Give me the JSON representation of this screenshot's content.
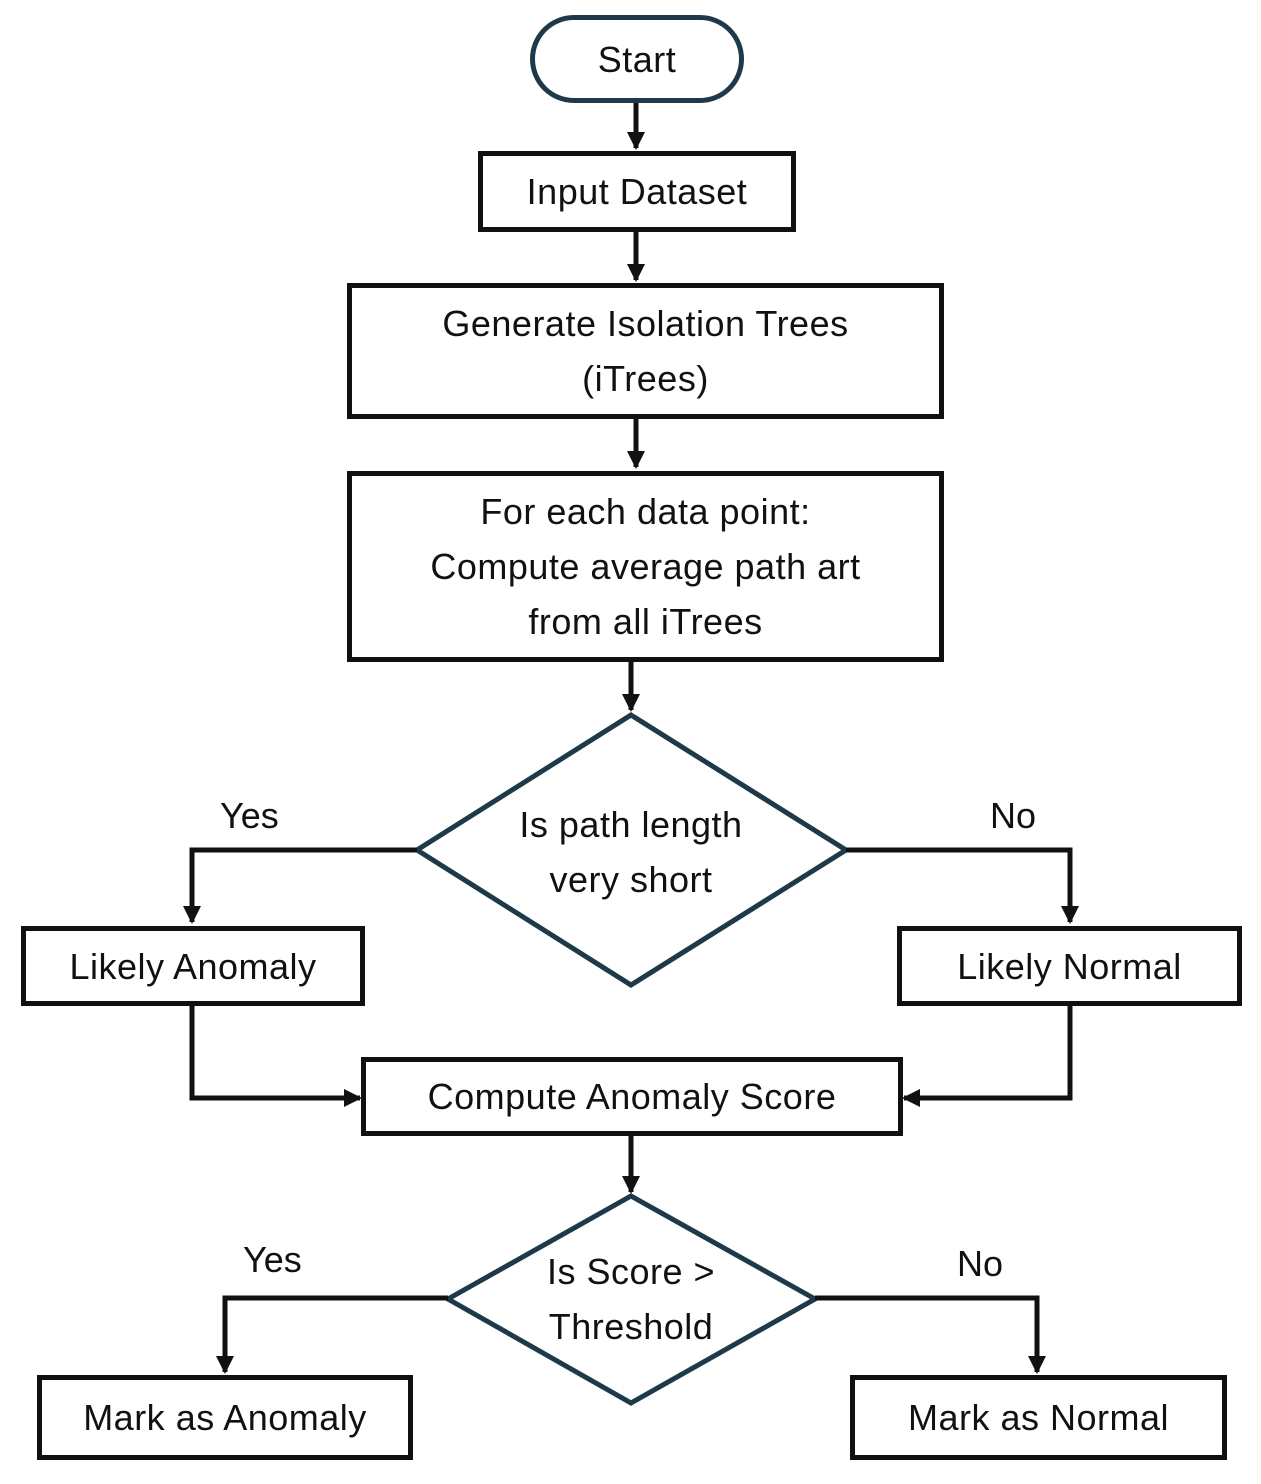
{
  "nodes": {
    "start": "Start",
    "input": "Input Dataset",
    "generate": {
      "line1": "Generate Isolation Trees",
      "line2": "(iTrees)"
    },
    "compute_path": {
      "line1": "For each data point:",
      "line2": "Compute average path art",
      "line3": "from all iTrees"
    },
    "decision1": {
      "line1": "Is path length",
      "line2": "very short"
    },
    "likely_anomaly": "Likely Anomaly",
    "likely_normal": "Likely Normal",
    "compute_score": "Compute Anomaly Score",
    "decision2": {
      "line1": "Is Score >",
      "line2": "Threshold"
    },
    "mark_anomaly": "Mark as Anomaly",
    "mark_normal": "Mark as Normal"
  },
  "edge_labels": {
    "d1_yes": "Yes",
    "d1_no": "No",
    "d2_yes": "Yes",
    "d2_no": "No"
  },
  "colors": {
    "stroke": "#111111",
    "terminal_stroke": "#1e3a4a",
    "diamond_stroke": "#1e3a4a"
  }
}
